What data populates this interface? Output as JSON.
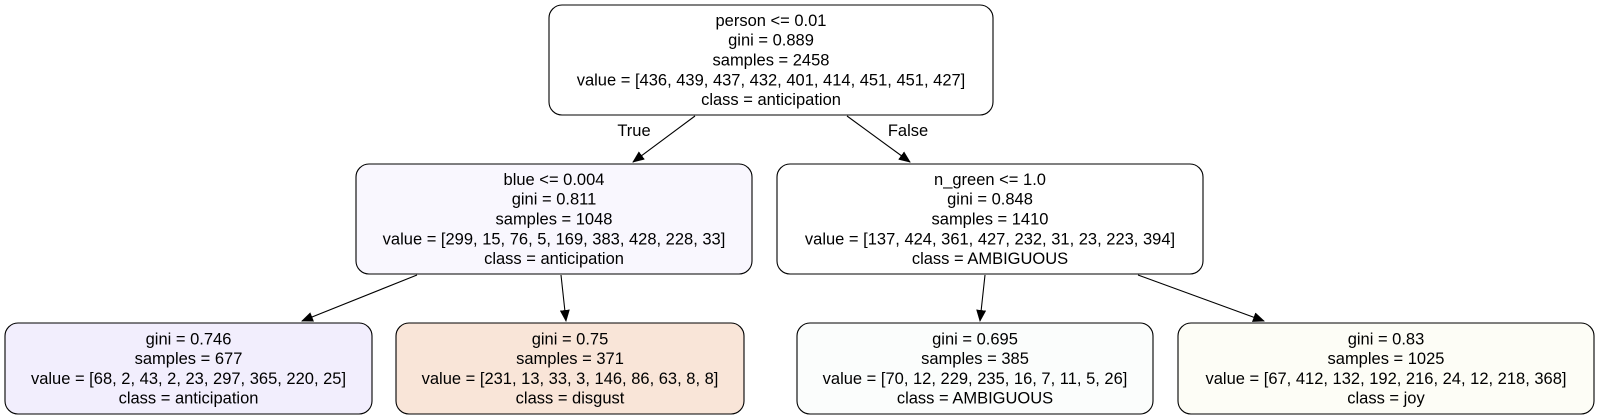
{
  "tree": {
    "nodes": [
      {
        "id": "root",
        "fill": "#ffffff",
        "lines": [
          "person <= 0.01",
          "gini = 0.889",
          "samples = 2458",
          "value = [436, 439, 437, 432, 401, 414, 451, 451, 427]",
          "class = anticipation"
        ]
      },
      {
        "id": "left",
        "fill": "#f9f7fe",
        "lines": [
          "blue <= 0.004",
          "gini = 0.811",
          "samples = 1048",
          "value = [299, 15, 76, 5, 169, 383, 428, 228, 33]",
          "class = anticipation"
        ]
      },
      {
        "id": "right",
        "fill": "#ffffff",
        "lines": [
          "n_green <= 1.0",
          "gini = 0.848",
          "samples = 1410",
          "value = [137, 424, 361, 427, 232, 31, 23, 223, 394]",
          "class = AMBIGUOUS"
        ]
      },
      {
        "id": "leaf-ll",
        "fill": "#f2eefd",
        "lines": [
          "gini = 0.746",
          "samples = 677",
          "value = [68, 2, 43, 2, 23, 297, 365, 220, 25]",
          "class = anticipation"
        ]
      },
      {
        "id": "leaf-lr",
        "fill": "#f9e5d8",
        "lines": [
          "gini = 0.75",
          "samples = 371",
          "value = [231, 13, 33, 3, 146, 86, 63, 8, 8]",
          "class = disgust"
        ]
      },
      {
        "id": "leaf-rl",
        "fill": "#fbfdfc",
        "lines": [
          "gini = 0.695",
          "samples = 385",
          "value = [70, 12, 229, 235, 16, 7, 11, 5, 26]",
          "class = AMBIGUOUS"
        ]
      },
      {
        "id": "leaf-rr",
        "fill": "#fdfdf6",
        "lines": [
          "gini = 0.83",
          "samples = 1025",
          "value = [67, 412, 132, 192, 216, 24, 12, 218, 368]",
          "class = joy"
        ]
      }
    ],
    "edges": [
      {
        "from": "root",
        "to": "left",
        "label": "True"
      },
      {
        "from": "root",
        "to": "right",
        "label": "False"
      },
      {
        "from": "left",
        "to": "leaf-ll",
        "label": ""
      },
      {
        "from": "left",
        "to": "leaf-lr",
        "label": ""
      },
      {
        "from": "right",
        "to": "leaf-rl",
        "label": ""
      },
      {
        "from": "right",
        "to": "leaf-rr",
        "label": ""
      }
    ]
  }
}
